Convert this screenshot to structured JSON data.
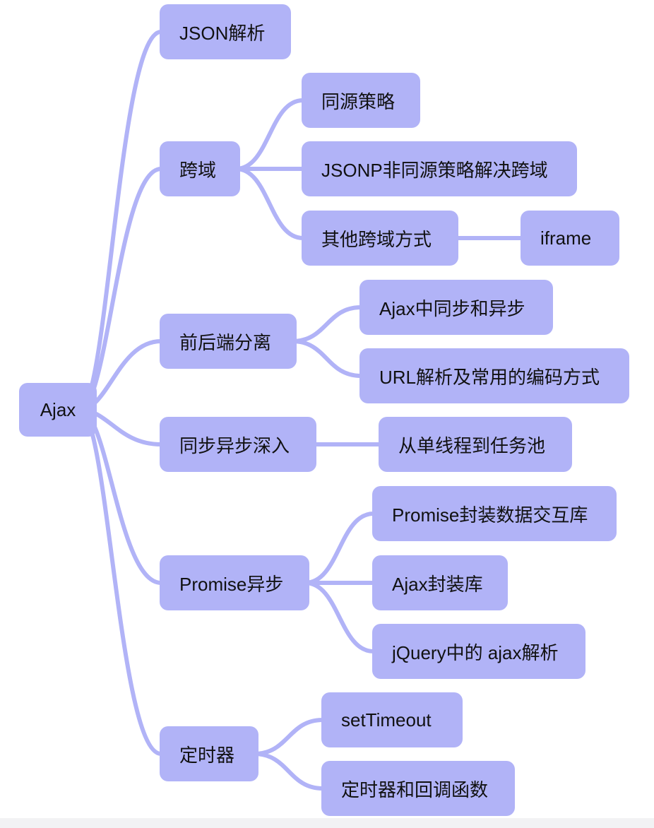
{
  "root": {
    "label": "Ajax"
  },
  "branches": [
    {
      "label": "JSON解析",
      "children": []
    },
    {
      "label": "跨域",
      "children": [
        {
          "label": "同源策略"
        },
        {
          "label": "JSONP非同源策略解决跨域"
        },
        {
          "label": "其他跨域方式",
          "children": [
            {
              "label": "iframe"
            }
          ]
        }
      ]
    },
    {
      "label": "前后端分离",
      "children": [
        {
          "label": "Ajax中同步和异步"
        },
        {
          "label": "URL解析及常用的编码方式"
        }
      ]
    },
    {
      "label": "同步异步深入",
      "children": [
        {
          "label": "从单线程到任务池"
        }
      ]
    },
    {
      "label": "Promise异步",
      "children": [
        {
          "label": "Promise封装数据交互库"
        },
        {
          "label": "Ajax封装库"
        },
        {
          "label": "jQuery中的 ajax解析"
        }
      ]
    },
    {
      "label": "定时器",
      "children": [
        {
          "label": "setTimeout"
        },
        {
          "label": "定时器和回调函数"
        }
      ]
    }
  ],
  "colors": {
    "node": "#b1b3f7",
    "link": "#b1b3f7",
    "text": "#111111"
  }
}
